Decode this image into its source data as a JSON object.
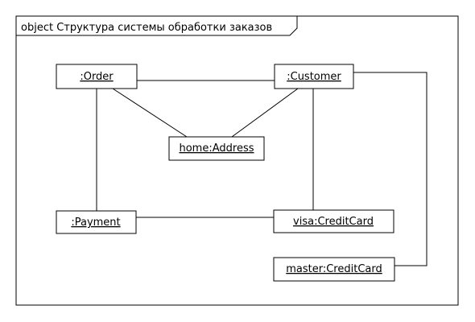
{
  "frame": {
    "title": "object Структура системы обработки заказов"
  },
  "objects": {
    "order": ":Order",
    "customer": ":Customer",
    "address": "home:Address",
    "payment": ":Payment",
    "visa": "visa:CreditCard",
    "master": "master:CreditCard"
  },
  "links": [
    {
      "from": "order",
      "to": "customer"
    },
    {
      "from": "order",
      "to": "address"
    },
    {
      "from": "customer",
      "to": "address"
    },
    {
      "from": "order",
      "to": "payment"
    },
    {
      "from": "customer",
      "to": "visa"
    },
    {
      "from": "payment",
      "to": "visa"
    },
    {
      "from": "customer",
      "to": "master"
    }
  ],
  "colors": {
    "line": "#000000",
    "background": "#ffffff"
  }
}
